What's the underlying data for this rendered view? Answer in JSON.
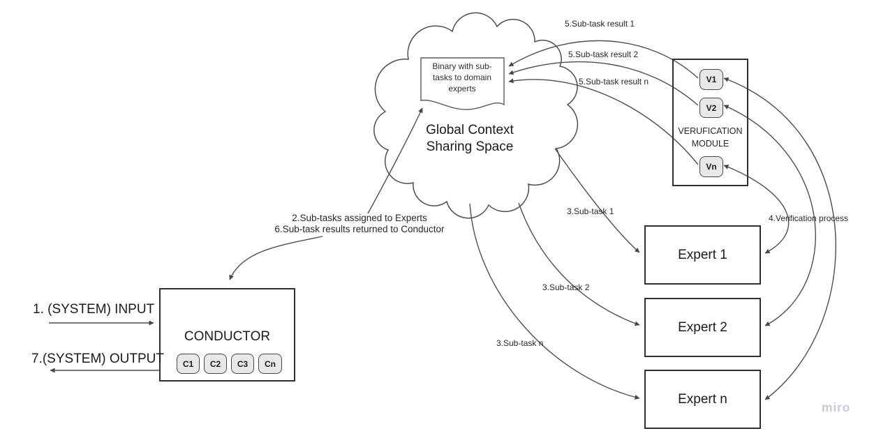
{
  "diagram": {
    "cloud": {
      "title": "Global Context Sharing Space",
      "note": "Binary with sub-tasks to domain experts"
    },
    "conductor": {
      "title": "CONDUCTOR",
      "chips": [
        "C1",
        "C2",
        "C3",
        "Cn"
      ]
    },
    "verification": {
      "title": "VERUFICATION MODULE",
      "chips": [
        "V1",
        "V2",
        "Vn"
      ]
    },
    "experts": [
      "Expert 1",
      "Expert 2",
      "Expert n"
    ],
    "labels": {
      "input": "1. (SYSTEM) INPUT",
      "output": "7.(SYSTEM) OUTPUT",
      "assign": "2.Sub-tasks assigned to Experts",
      "return": "6.Sub-task results returned to Conductor",
      "subtask1": "3.Sub-task 1",
      "subtask2": "3.Sub-task 2",
      "subtaskn": "3.Sub-task n",
      "result1": "5.Sub-task result 1",
      "result2": "5.Sub-task result 2",
      "resultn": "5.Sub-task result n",
      "verify": "4.Verification process"
    },
    "watermark": "miro",
    "colors": {
      "line": "#4d4d4d",
      "box_border": "#303030",
      "chip_fill": "#e8e8e8",
      "text": "#262626",
      "watermark": "#c7c8d8"
    }
  }
}
